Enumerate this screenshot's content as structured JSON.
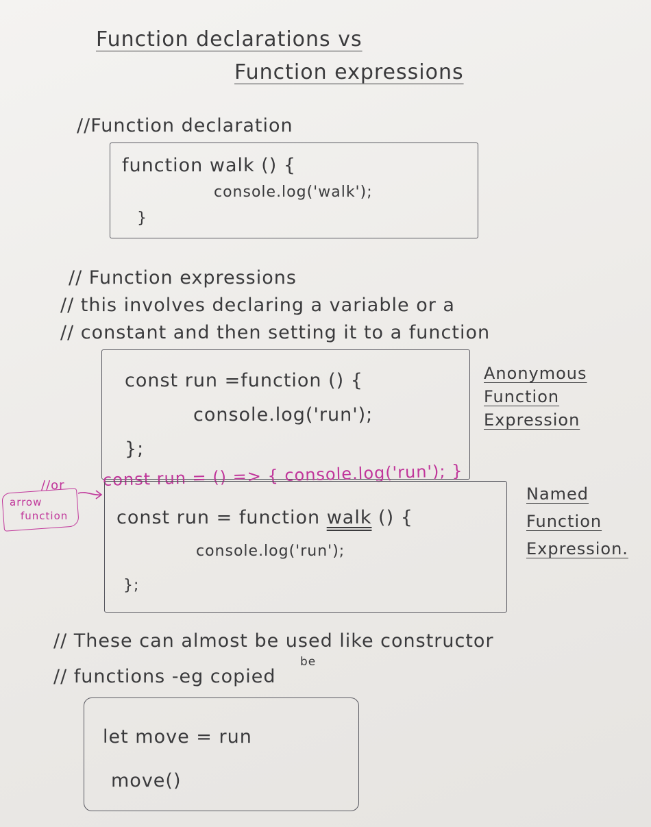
{
  "title": {
    "line1": "Function declarations vs",
    "line2": "Function expressions"
  },
  "declaration": {
    "comment": "//Function declaration",
    "code": {
      "line1": "function walk () {",
      "line2": "console.log('walk');",
      "line3": "}"
    }
  },
  "expressions": {
    "comment1": "// Function expressions",
    "comment2": "// this involves declaring a variable or a",
    "comment3": "// constant and then setting it to a function",
    "anonymous": {
      "code": {
        "line1": "const run =function () {",
        "line2": "console.log('run');",
        "line3": "};"
      },
      "label": {
        "line1": "Anonymous",
        "line2": "Function",
        "line3": "Expression"
      }
    },
    "arrow_note": {
      "prefix": "//or",
      "bubble_line1": "arrow",
      "bubble_line2": "function",
      "code": "const run = () => { console.log('run'); }"
    },
    "named": {
      "code": {
        "line1_a": "const run = function ",
        "line1_b": "walk",
        "line1_c": " () {",
        "line2": "console.log('run');",
        "line3": "};"
      },
      "label": {
        "line1": "Named",
        "line2": "Function",
        "line3": "Expression."
      }
    }
  },
  "constructor_note": {
    "comment1": "// These can almost be used like constructor",
    "comment2": "// functions -eg copied",
    "insert": "be",
    "code": {
      "line1": "let move = run",
      "line2": "move()"
    }
  },
  "colors": {
    "pencil": "#3a3a3c",
    "pink": "#c0359a",
    "paper": "#efeeec"
  }
}
